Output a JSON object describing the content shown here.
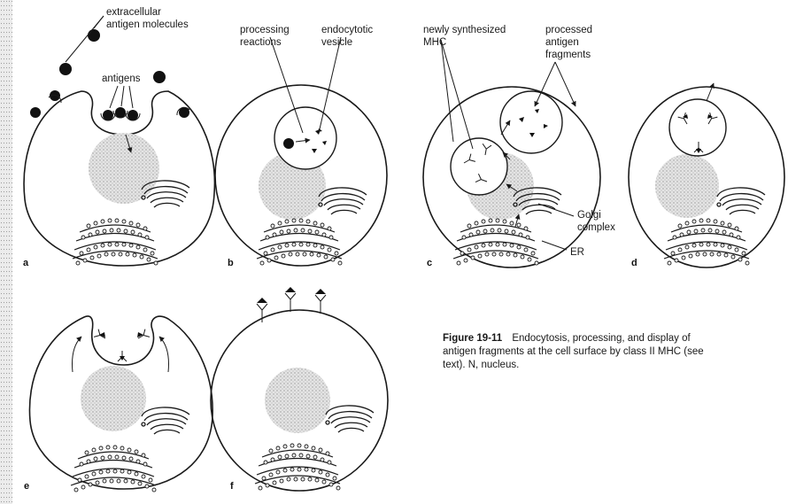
{
  "panels": {
    "a": {
      "letter": "a",
      "labels": {
        "extracellular": [
          "extracellular",
          "antigen molecules"
        ],
        "antigens": "antigens"
      }
    },
    "b": {
      "letter": "b",
      "labels": {
        "processing": [
          "processing",
          "reactions"
        ],
        "endocytotic": [
          "endocytotic",
          "vesicle"
        ]
      }
    },
    "c": {
      "letter": "c",
      "labels": {
        "newly_mhc": [
          "newly synthesized",
          "MHC"
        ],
        "processed": [
          "processed",
          "antigen",
          "fragments"
        ],
        "golgi": [
          "Golgi",
          "complex"
        ],
        "er": "ER"
      }
    },
    "d": {
      "letter": "d"
    },
    "e": {
      "letter": "e"
    },
    "f": {
      "letter": "f"
    }
  },
  "caption": {
    "label": "Figure 19-11",
    "line1": "Endocytosis, processing, and display of",
    "line2": "antigen fragments at the cell surface by class II MHC (see",
    "line3": "text). N, nucleus."
  }
}
